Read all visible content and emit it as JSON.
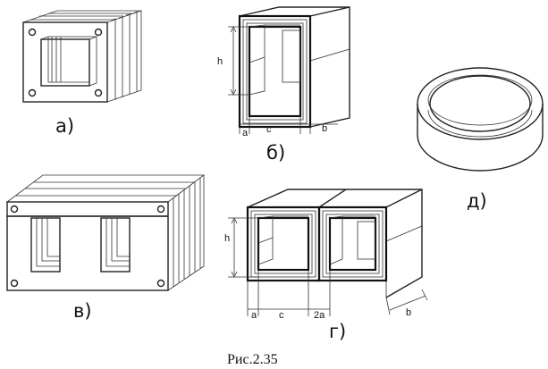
{
  "figure": {
    "caption": "Рис.2.35",
    "labels": {
      "a": "а)",
      "b": "б)",
      "v": "в)",
      "g": "г)",
      "d": "д)"
    },
    "dimensions_b": {
      "h": "h",
      "a": "a",
      "c": "c",
      "b": "b"
    },
    "dimensions_g": {
      "h": "h",
      "a": "a",
      "c": "c",
      "two_a": "2a",
      "b": "b"
    }
  }
}
